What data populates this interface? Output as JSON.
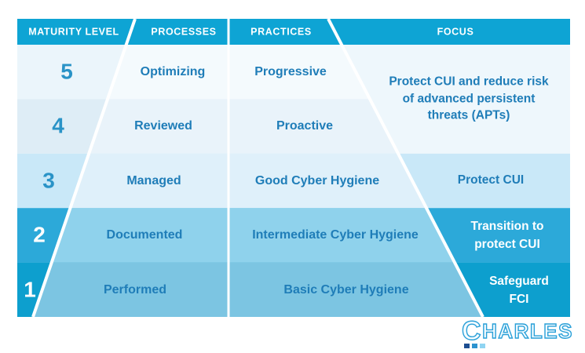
{
  "header": {
    "columns": [
      "MATURITY LEVEL",
      "PROCESSES",
      "PRACTICES",
      "FOCUS"
    ]
  },
  "rows": [
    {
      "level": "5",
      "process": "Optimizing",
      "practice": "Progressive"
    },
    {
      "level": "4",
      "process": "Reviewed",
      "practice": "Proactive"
    },
    {
      "level": "3",
      "process": "Managed",
      "practice": "Good Cyber Hygiene",
      "focus": "Protect CUI"
    },
    {
      "level": "2",
      "process": "Documented",
      "practice": "Intermediate Cyber Hygiene",
      "focus": "Transition to\nprotect CUI"
    },
    {
      "level": "1",
      "process": "Performed",
      "practice": "Basic Cyber Hygiene",
      "focus": "Safeguard\nFCI"
    }
  ],
  "focus_merged_5_4": "Protect CUI and reduce risk\nof advanced persistent\nthreats (APTs)",
  "logo": {
    "c": "C",
    "rest": "HARLES"
  },
  "colors": {
    "header_bg": "#0ea4d4",
    "row5_outer": "#ebf5fb",
    "row5_inner": "#f4fafd",
    "row4_outer": "#deedf6",
    "row4_inner": "#e9f3fa",
    "row3_outer": "#c9e8f8",
    "row3_inner": "#dff0fa",
    "row2_outer": "#2ca9d9",
    "row2_inner": "#8fd2ec",
    "row1_outer": "#0d9fce",
    "row1_inner": "#7cc5e2",
    "focus_merged_bg": "#eef7fc",
    "divider_white": "#ffffff",
    "text_blue": "#1f7db8",
    "number_blue": "#2a93c7",
    "logo_outline": "#2aa0d8",
    "logo_square_dark": "#1d4e91",
    "logo_square_mid": "#2c93cf",
    "logo_square_light": "#8fd4f2"
  }
}
